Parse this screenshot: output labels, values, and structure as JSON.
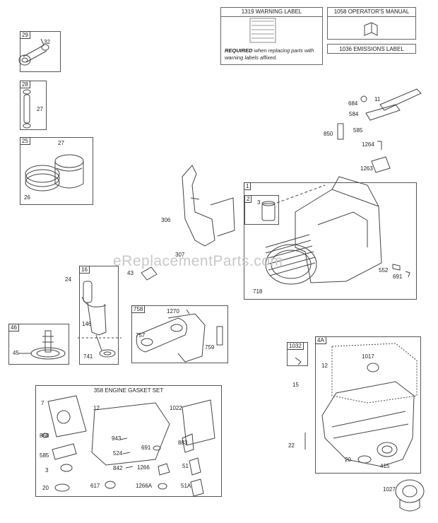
{
  "header_boxes": {
    "warning_label": "1319 WARNING LABEL",
    "warning_required": "REQUIRED",
    "warning_note": "when replacing parts with warning labels affixed.",
    "operators_manual": "1058 OPERATOR'S MANUAL",
    "emissions_label": "1036 EMISSIONS LABEL"
  },
  "watermark": "eReplacementParts.com",
  "groups": {
    "g29": "29",
    "g28": "28",
    "g25": "25",
    "g1": "1",
    "g2": "2",
    "g16": "16",
    "g758": "758",
    "g46": "46",
    "g1032": "1032",
    "g4a": "4A"
  },
  "gasket_set_title": "358 ENGINE GASKET SET",
  "parts": {
    "p32": "32",
    "p27a": "27",
    "p27b": "27",
    "p26": "26",
    "p684": "684",
    "p11": "11",
    "p584": "584",
    "p850": "850",
    "p585a": "585",
    "p1264": "1264",
    "p1263": "1263",
    "p306": "306",
    "p307": "307",
    "p3": "3",
    "p552": "552",
    "p691a": "691",
    "p718": "718",
    "p24": "24",
    "p43": "43",
    "p146": "146",
    "p741": "741",
    "p1270": "1270",
    "p757": "757",
    "p759": "759",
    "p45": "45",
    "p12a": "12",
    "p1017": "1017",
    "p15": "15",
    "p22": "22",
    "p20a": "20",
    "p415": "415",
    "p1027": "1027",
    "p7": "7",
    "p12b": "12",
    "p1022": "1022",
    "p868": "868",
    "p943": "943",
    "p883": "883",
    "p585b": "585",
    "p524": "524",
    "p691b": "691",
    "p3b": "3",
    "p842": "842",
    "p1266": "1266",
    "p51": "51",
    "p20b": "20",
    "p617": "617",
    "p1266a": "1266A",
    "p51a": "51A"
  }
}
